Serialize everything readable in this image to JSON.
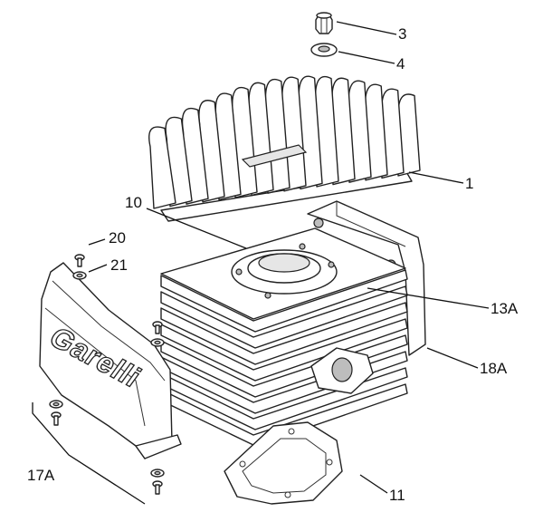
{
  "callouts": [
    {
      "id": "3",
      "text": "3"
    },
    {
      "id": "4",
      "text": "4"
    },
    {
      "id": "1",
      "text": "1"
    },
    {
      "id": "10",
      "text": "10"
    },
    {
      "id": "20",
      "text": "20"
    },
    {
      "id": "21",
      "text": "21"
    },
    {
      "id": "13A",
      "text": "13A"
    },
    {
      "id": "18A",
      "text": "18A"
    },
    {
      "id": "17A",
      "text": "17A"
    },
    {
      "id": "11",
      "text": "11"
    }
  ],
  "cover_brand_text": "Garelli",
  "colors": {
    "line": "#222222",
    "fill": "#ffffff",
    "shade": "#e6e6e6"
  }
}
